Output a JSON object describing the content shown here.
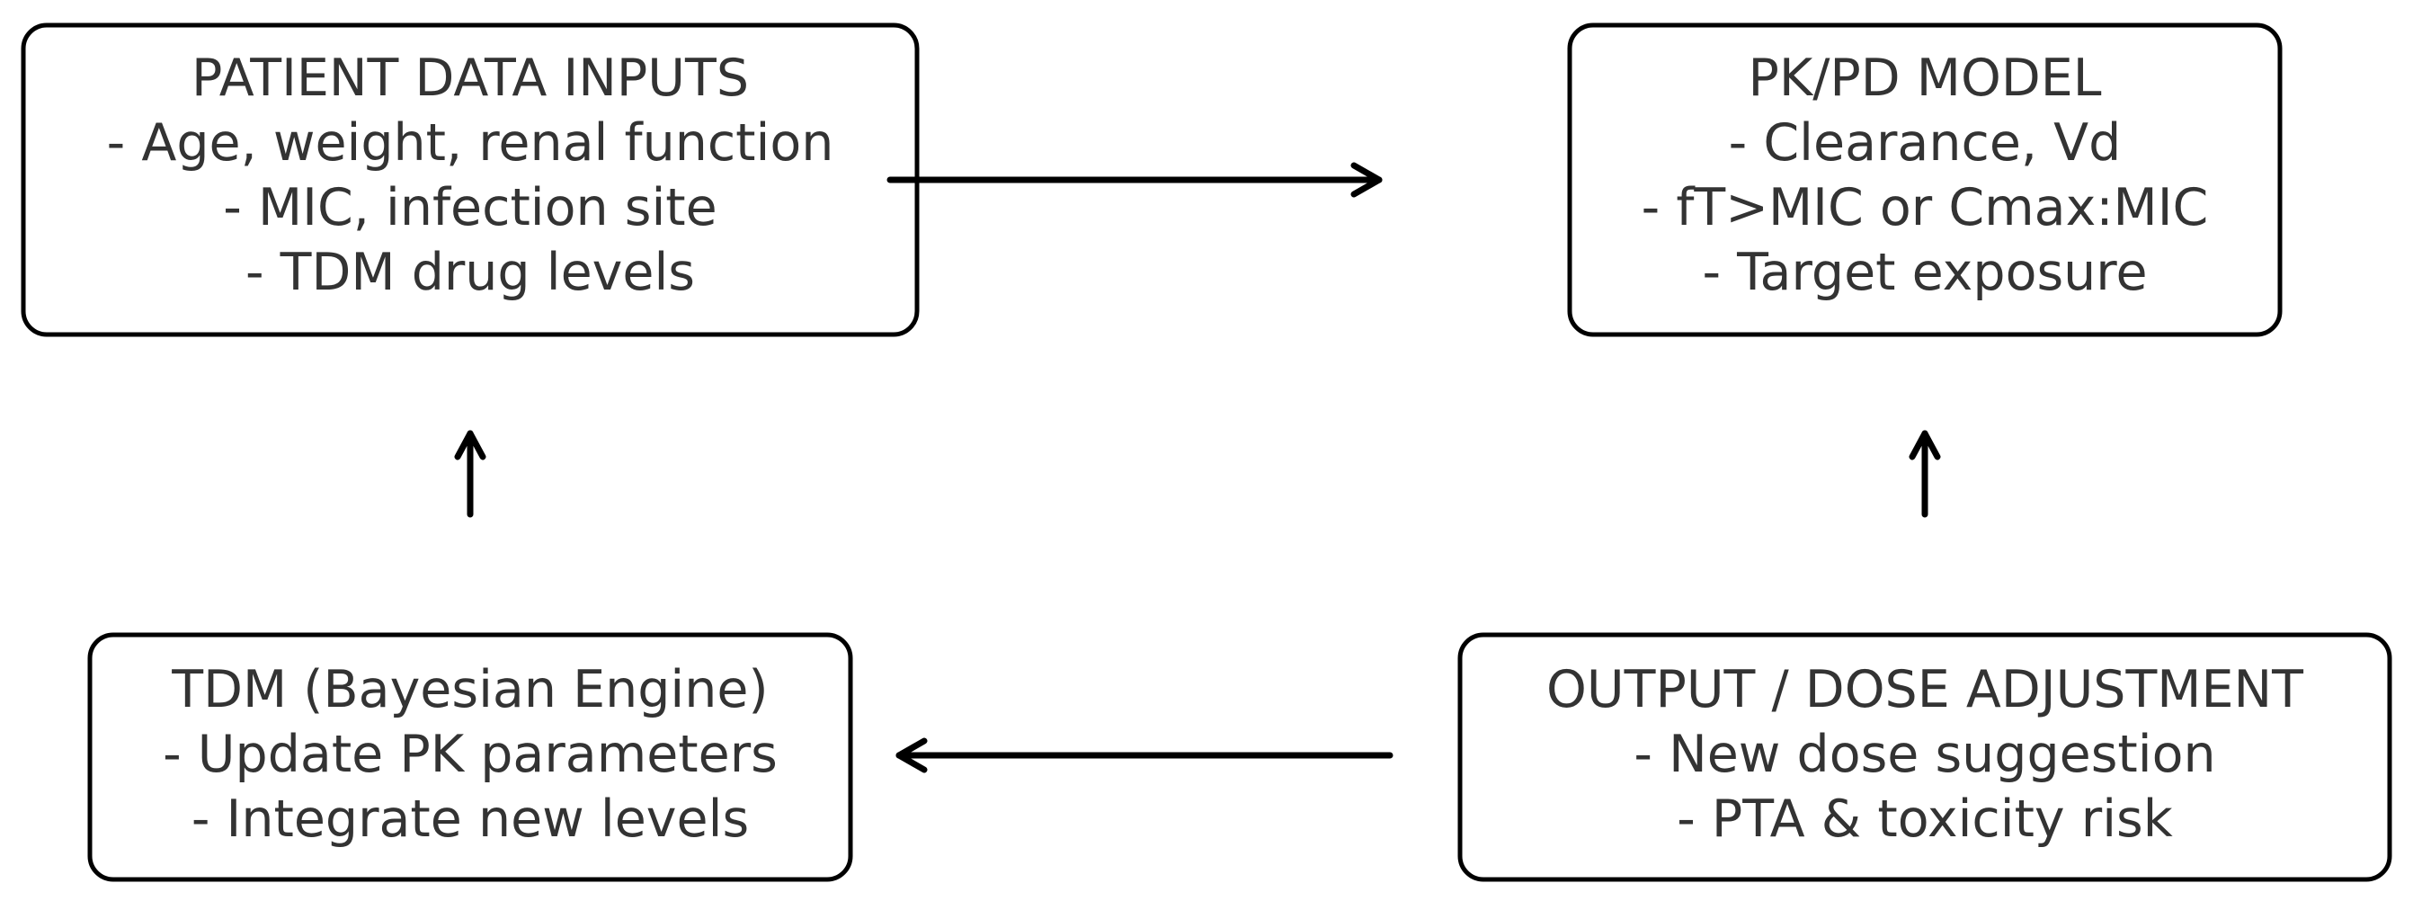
{
  "diagram": {
    "nodes": {
      "patient_data_inputs": {
        "title": "PATIENT DATA INPUTS",
        "lines": [
          "- Age, weight, renal function",
          "- MIC, infection site",
          "- TDM drug levels"
        ]
      },
      "pkpd_model": {
        "title": "PK/PD MODEL",
        "lines": [
          "- Clearance, Vd",
          "- fT>MIC or Cmax:MIC",
          "- Target exposure"
        ]
      },
      "tdm_engine": {
        "title": "TDM (Bayesian Engine)",
        "lines": [
          "- Update PK parameters",
          "- Integrate new levels"
        ]
      },
      "output_dose": {
        "title": "OUTPUT / DOSE ADJUSTMENT",
        "lines": [
          "- New dose suggestion",
          "- PTA & toxicity risk"
        ]
      }
    },
    "edges": [
      {
        "from": "patient_data_inputs",
        "to": "pkpd_model",
        "direction": "right"
      },
      {
        "from": "output_dose",
        "to": "pkpd_model",
        "direction": "up"
      },
      {
        "from": "output_dose",
        "to": "tdm_engine",
        "direction": "left"
      },
      {
        "from": "tdm_engine",
        "to": "patient_data_inputs",
        "direction": "up"
      }
    ],
    "colors": {
      "text": "#333333",
      "stroke": "#000000",
      "background": "#ffffff"
    }
  }
}
